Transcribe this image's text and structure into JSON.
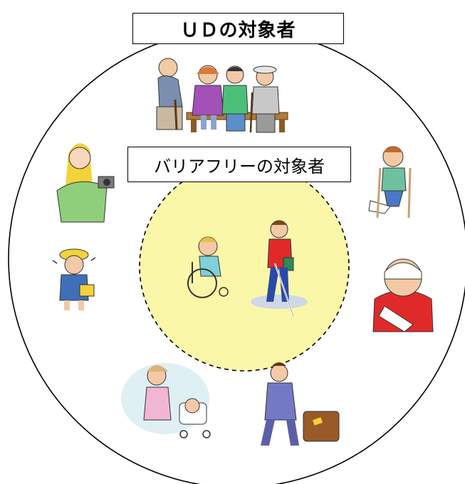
{
  "ud_label": "ＵＤの対象者",
  "barrierfree_label": "バリアフリーの対象者",
  "colors": {
    "inner_fill": "#fbf7a8",
    "outline": "#000000"
  },
  "figures": {
    "outer": [
      {
        "name": "elderly-group-figure",
        "icon": "elderly-people-icon"
      },
      {
        "name": "camera-woman-figure",
        "icon": "woman-with-camera-icon"
      },
      {
        "name": "crutches-child-figure",
        "icon": "child-with-crutches-icon"
      },
      {
        "name": "schoolchild-figure",
        "icon": "schoolchild-icon"
      },
      {
        "name": "injured-man-figure",
        "icon": "injured-person-icon"
      },
      {
        "name": "stroller-mother-figure",
        "icon": "mother-with-stroller-icon"
      },
      {
        "name": "traveler-figure",
        "icon": "traveler-with-suitcase-icon"
      }
    ],
    "inner": [
      {
        "name": "wheelchair-child-figure",
        "icon": "wheelchair-user-icon"
      },
      {
        "name": "blind-cane-man-figure",
        "icon": "white-cane-user-icon"
      }
    ]
  }
}
